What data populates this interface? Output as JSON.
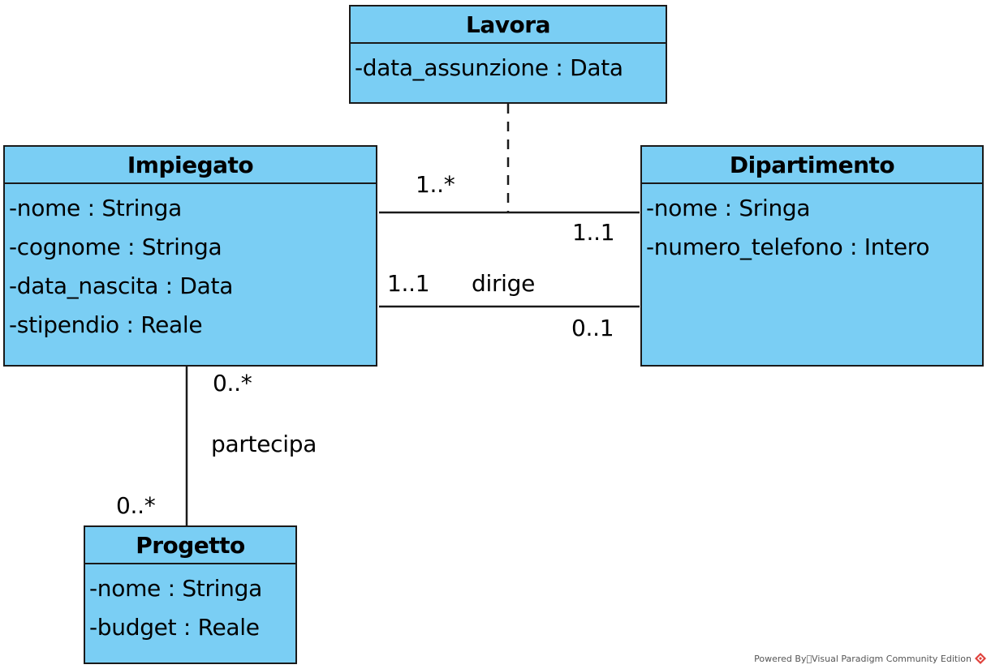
{
  "classes": {
    "lavora": {
      "name": "Lavora",
      "attributes": [
        "-data_assunzione : Data"
      ]
    },
    "impiegato": {
      "name": "Impiegato",
      "attributes": [
        "-nome : Stringa",
        "-cognome : Stringa",
        "-data_nascita : Data",
        "-stipendio : Reale"
      ]
    },
    "dipartimento": {
      "name": "Dipartimento",
      "attributes": [
        "-nome : Sringa",
        "-numero_telefono : Intero"
      ]
    },
    "progetto": {
      "name": "Progetto",
      "attributes": [
        "-nome : Stringa",
        "-budget : Reale"
      ]
    }
  },
  "associations": {
    "lavora": {
      "mult_impiegato": "1..*",
      "mult_dipartimento": "1..1"
    },
    "dirige": {
      "name": "dirige",
      "mult_impiegato": "1..1",
      "mult_dipartimento": "0..1"
    },
    "partecipa": {
      "name": "partecipa",
      "mult_impiegato": "0..*",
      "mult_progetto": "0..*"
    }
  },
  "footer": {
    "text": "Powered By\u0000Visual Paradigm Community Edition",
    "icon": "visual-paradigm-logo-icon",
    "color": "#e0403a"
  },
  "colors": {
    "class_fill": "#7acef4",
    "border": "#1a1a1a"
  }
}
